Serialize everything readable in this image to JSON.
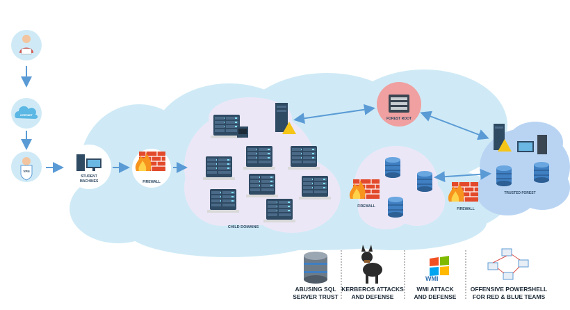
{
  "labels": {
    "student_machines_1": "STUDENT",
    "student_machines_2": "MACHINES",
    "firewall_left": "FIREWALL",
    "firewall_mid": "FIREWALL",
    "firewall_right": "FIREWALL",
    "forest_root": "FOREST ROOT",
    "trusted_forest": "TRUSTED FOREST",
    "child_domains": "CHILD DOMAINS",
    "internet": "INTERNET",
    "vpn": "VPN",
    "wmi": "WMI"
  },
  "topics": [
    {
      "line1": "ABUSING SQL",
      "line2": "SERVER TRUST",
      "icon": "database-icon"
    },
    {
      "line1": "KERBEROS ATTACKS",
      "line2": "AND DEFENSE",
      "icon": "dog-icon"
    },
    {
      "line1": "WMI ATTACK",
      "line2": "AND DEFENSE",
      "icon": "windows-logo-icon"
    },
    {
      "line1": "OFFENSIVE POWERSHELL",
      "line2": "FOR RED & BLUE TEAMS",
      "icon": "network-icon"
    }
  ],
  "colors": {
    "cloud_light": "#cfeaf6",
    "cloud_purple": "#ece7f7",
    "trusted_cloud": "#b9d4f3",
    "forest_root_circle": "#f0a0a0",
    "arrow": "#5b9bd5",
    "firewall_brick": "#e24a2b",
    "server_dark": "#2f4a63",
    "db_blue": "#3f7fc2"
  }
}
